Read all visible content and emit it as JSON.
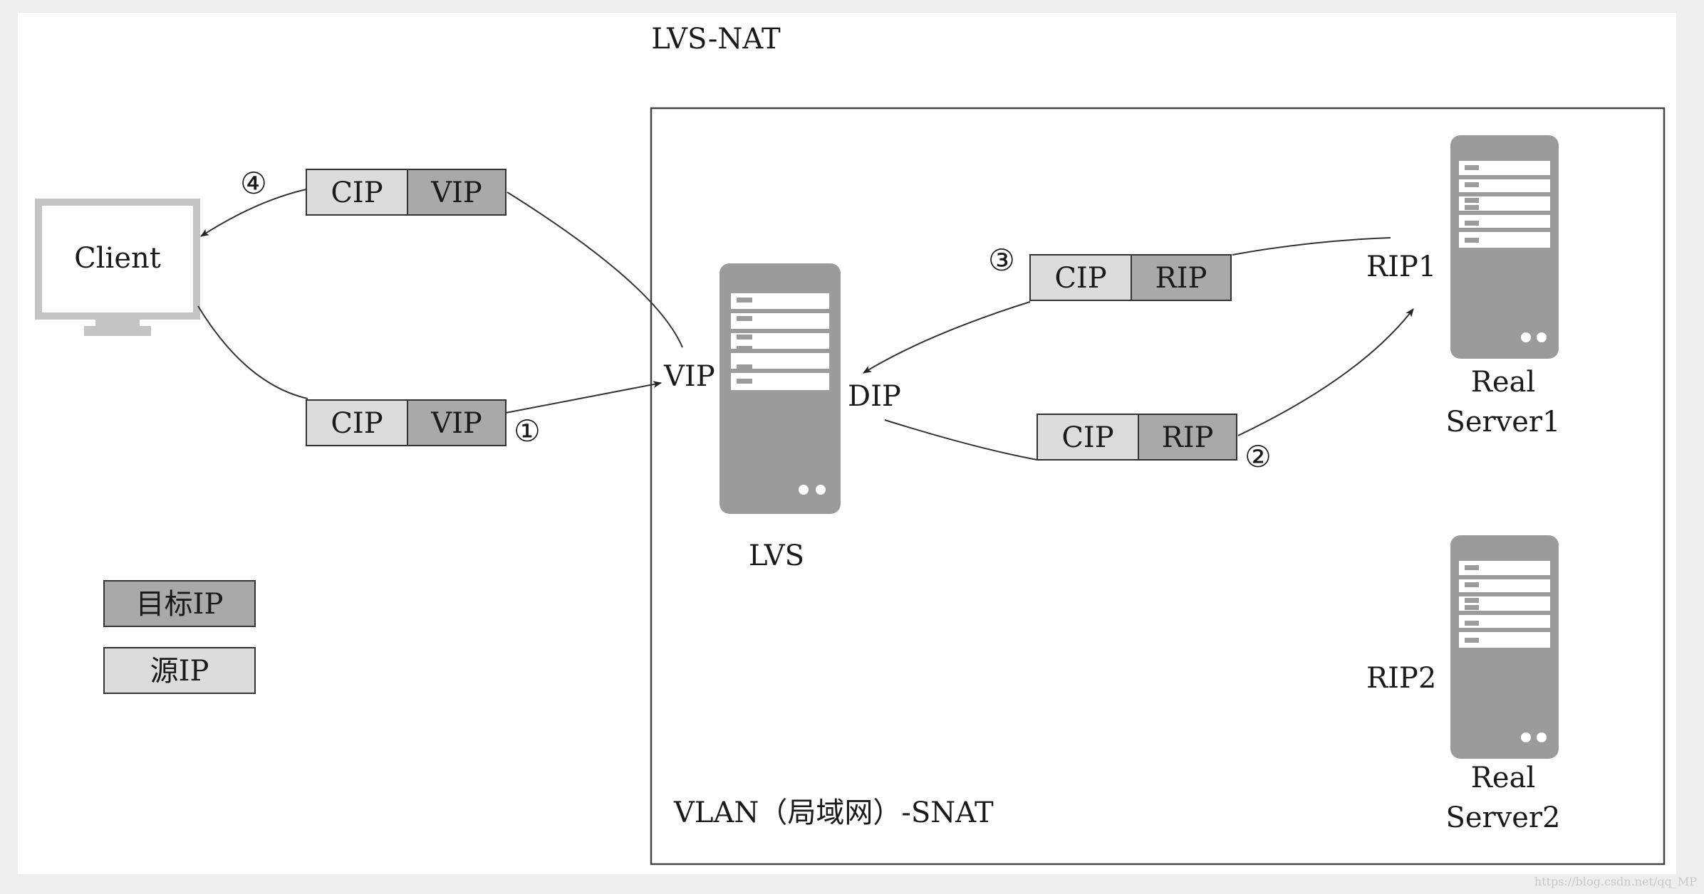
{
  "title": "LVS-NAT",
  "client": {
    "label": "Client"
  },
  "vlan": {
    "label": "VLAN（局域网）-SNAT"
  },
  "lvs": {
    "label": "LVS",
    "vip": "VIP",
    "dip": "DIP"
  },
  "real_servers": [
    {
      "label_line1": "Real",
      "label_line2": "Server1",
      "rip": "RIP1"
    },
    {
      "label_line1": "Real",
      "label_line2": "Server2",
      "rip": "RIP2"
    }
  ],
  "packets": [
    {
      "step": "④",
      "src": "CIP",
      "dst": "VIP"
    },
    {
      "step": "①",
      "src": "CIP",
      "dst": "VIP"
    },
    {
      "step": "③",
      "src": "CIP",
      "dst": "RIP"
    },
    {
      "step": "②",
      "src": "CIP",
      "dst": "RIP"
    }
  ],
  "legend": {
    "target_ip": "目标IP",
    "source_ip": "源IP"
  },
  "watermark": "https://blog.csdn.net/qq_MP",
  "colors": {
    "source_ip_fill": "#dcdcdc",
    "target_ip_fill": "#a9a9a9",
    "server_body": "#9b9b9b",
    "monitor": "#c4c4c4",
    "line": "#333333"
  }
}
